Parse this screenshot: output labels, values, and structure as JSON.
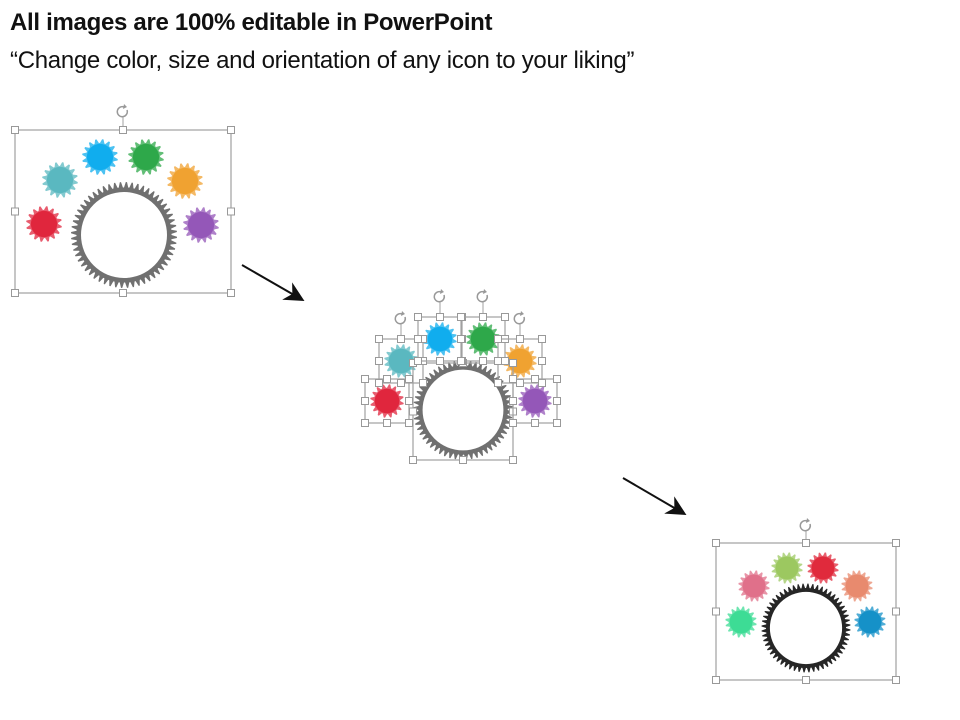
{
  "header": {
    "title": "All images are 100% editable in PowerPoint",
    "subtitle": "“Change color, size and orientation of any icon to your liking”"
  },
  "colors": {
    "frame1": [
      "#e0263d",
      "#5ab8c0",
      "#10adee",
      "#2ea84a",
      "#f0a231",
      "#9457b8"
    ],
    "frame1_main": "#707070",
    "frame3": [
      "#3ddc95",
      "#e0708a",
      "#9cc860",
      "#e02a3c",
      "#e88a6e",
      "#1591c8"
    ],
    "frame3_main": "#262626",
    "selection": "#a0a0a0",
    "arrow": "#111111"
  },
  "frames": [
    {
      "label": "original-gear-diagram",
      "state": "grouped-selected"
    },
    {
      "label": "ungrouped-gear-diagram",
      "state": "individual-shapes-selected"
    },
    {
      "label": "recolored-gear-diagram",
      "state": "grouped-selected"
    }
  ]
}
